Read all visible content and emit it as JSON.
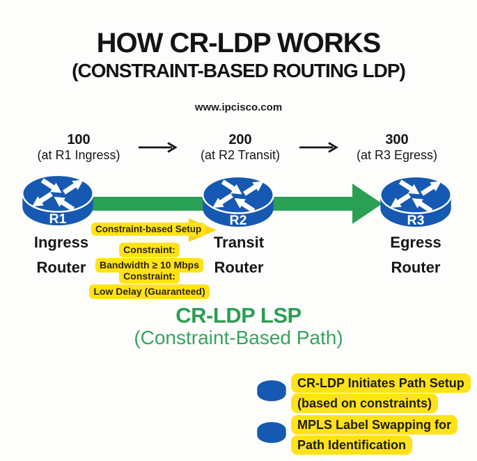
{
  "page": {
    "title": "HOW CR-LDP WORKS",
    "subtitle": "(CONSTRAINT-BASED ROUTING LDP)",
    "website": "www.ipcisco.com"
  },
  "sequence": {
    "items": [
      {
        "value": "100",
        "location": "(at R1 Ingress)"
      },
      {
        "value": "200",
        "location": "(at R2 Transit)"
      },
      {
        "value": "300",
        "location": "(at R3 Egress)"
      }
    ]
  },
  "routers": [
    {
      "id": "R1",
      "role_line1": "Ingress",
      "role_line2": "Router"
    },
    {
      "id": "R2",
      "role_line1": "Transit",
      "role_line2": "Router"
    },
    {
      "id": "R3",
      "role_line1": "Egress",
      "role_line2": "Router"
    }
  ],
  "annotations": {
    "setup_arrow_label": "Constraint-based Setup",
    "constraints": [
      {
        "line1": "Constraint:",
        "line2": "Bandwidth ≥ 10 Mbps"
      },
      {
        "line1": "Constraint:",
        "line2": "Low Delay (Guaranteed)"
      }
    ]
  },
  "path_label": {
    "title": "CR-LDP LSP",
    "subtitle": "(Constraint-Based Path)"
  },
  "legend": {
    "items": [
      {
        "line1": "CR-LDP Initiates Path Setup",
        "line2": "(based on constraints)"
      },
      {
        "line1": "MPLS Label Swapping for",
        "line2": "Path Identification"
      }
    ]
  },
  "icons": {
    "router": "cisco-router-icon",
    "legend_bullet": "router-bullet-icon",
    "sequence_arrow": "right-arrow-icon",
    "setup_arrow": "yellow-right-arrow-icon",
    "lsp_path": "green-path-arrow"
  },
  "colors": {
    "router_blue": "#1659b2",
    "path_green": "#2aa054",
    "highlight_yellow": "#ffe218",
    "green_text": "#2d9d53",
    "black_text": "#151515"
  }
}
